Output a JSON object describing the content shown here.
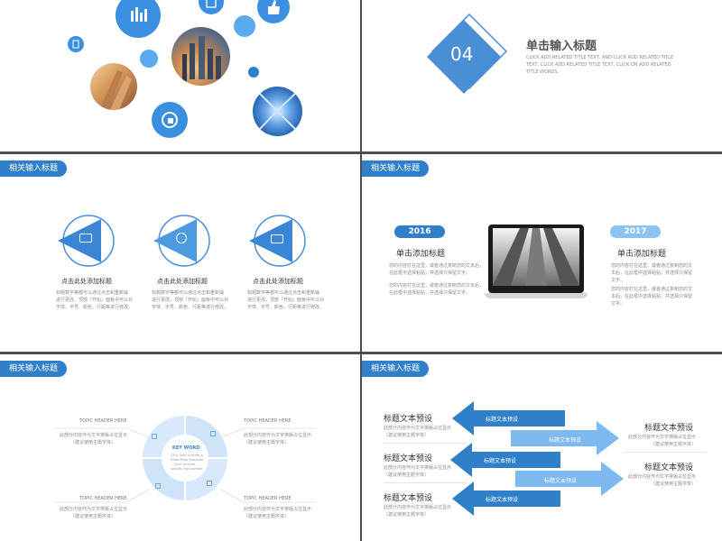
{
  "slide1": {},
  "slide2": {
    "number": "04",
    "title": "单击输入标题",
    "subtitle_lines": [
      "CLICK ADD RELATED TITLE TEXT, AND CLICK ADD RELATED TITLE",
      "TEXT, CLICK ADD RELATED TITLE TEXT, CLICK ON ADD RELATED",
      "TITLE WORDS."
    ]
  },
  "slide3": {
    "tag": "相关输入标题",
    "items": [
      {
        "title": "点击此处添加标题",
        "desc": [
          "标题数字等都可以通过点击和重新输",
          "进行更改，顶部「开始」面板中可以对",
          "字体、字号、颜色、行距等进行修改。"
        ],
        "icon": "radio-icon"
      },
      {
        "title": "点击此处添加标题",
        "desc": [
          "标题数字等都可以通过点击和重新输",
          "进行更改，顶部「开始」面板中可以对",
          "字体、字号、颜色、行距等进行修改。"
        ],
        "icon": "compass-icon"
      },
      {
        "title": "点击此处添加标题",
        "desc": [
          "标题数字等都可以通过点击和重新输",
          "进行更改，顶部「开始」面板中可以对",
          "字体、字号、颜色、行距等进行修改。"
        ],
        "icon": "camera-icon"
      }
    ]
  },
  "slide4": {
    "tag": "相关输入标题",
    "left": {
      "year": "2016",
      "title": "单击添加标题",
      "paras": [
        [
          "您的内容打在这里，或者通过复制您的文本后，",
          "在此框中选择粘贴，并选择只保留文字。"
        ],
        [
          "您的内容打在这里，或者通过复制您的文本后，",
          "在此框中选择粘贴，并选择只保留文字。"
        ]
      ]
    },
    "right": {
      "year": "2017",
      "title": "单击添加标题",
      "paras": [
        [
          "您的内容打在这里，或者通过复制您的文",
          "本后，在此框中选择粘贴，并选择只保留",
          "文字。"
        ],
        [
          "您的内容打在这里，或者通过复制您的文",
          "本后，在此框中选择粘贴，并选择只保留",
          "文字。"
        ]
      ]
    }
  },
  "slide5": {
    "tag": "相关输入标题",
    "center": {
      "title": "KEY WORD",
      "lines": [
        "Click here to enter a",
        "PowerPoint template.",
        "Click to enter",
        "specific text content"
      ]
    },
    "topics": [
      {
        "header": "TOPIC HEADER HERE",
        "lines": [
          "此部分内容作为文字排版占位显示",
          "（建议使用主题字体）"
        ]
      },
      {
        "header": "TOPIC HEADER HERE",
        "lines": [
          "此部分内容作为文字排版占位显示",
          "（建议使用主题字体）"
        ]
      },
      {
        "header": "TOPIC HEADER HERE",
        "lines": [
          "此部分内容作为文字排版占位显示",
          "（建议使用主题字体）"
        ]
      },
      {
        "header": "TOPIC HEADER HERE",
        "lines": [
          "此部分内容作为文字排版占位显示",
          "（建议使用主题字体）"
        ]
      }
    ]
  },
  "slide6": {
    "tag": "相关输入标题",
    "left_items": [
      {
        "title": "标题文本预设",
        "lines": [
          "此部分内容作为文字排版占位显示",
          "（建议使用主题字体）"
        ]
      },
      {
        "title": "标题文本预设",
        "lines": [
          "此部分内容作为文字排版占位显示",
          "（建议使用主题字体）"
        ]
      },
      {
        "title": "标题文本预设",
        "lines": [
          "此部分内容作为文字排版占位显示",
          "（建议使用主题字体）"
        ]
      }
    ],
    "right_items": [
      {
        "title": "标题文本预设",
        "lines": [
          "此部分内容作为文字排版占位显示",
          "（建议使用主题字体）"
        ]
      },
      {
        "title": "标题文本预设",
        "lines": [
          "此部分内容作为文字排版占位显示",
          "（建议使用主题字体）"
        ]
      }
    ],
    "arrows": [
      "标题文本预设",
      "标题文本预设",
      "标题文本预设",
      "标题文本预设",
      "标题文本预设"
    ]
  }
}
